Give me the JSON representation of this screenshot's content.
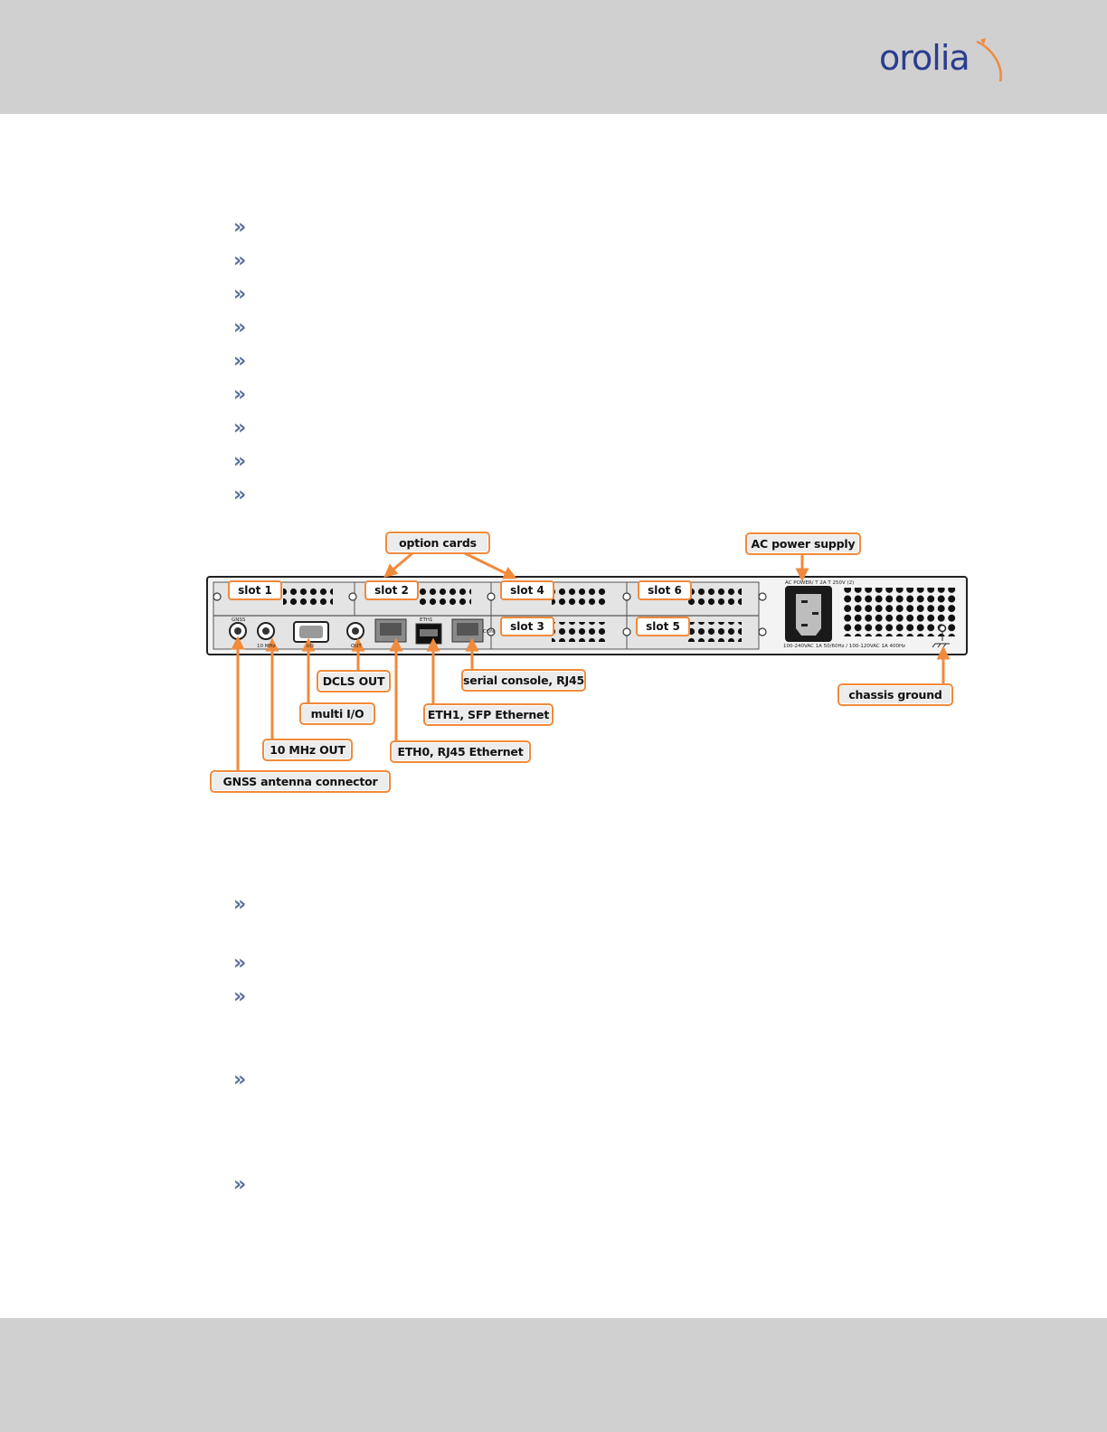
{
  "header": {
    "logo_text": "orolia"
  },
  "list_top": {
    "bullet_glyph": "»",
    "bullet_count": 9
  },
  "figure": {
    "callouts": {
      "option_cards": "option cards",
      "ac_power_supply": "AC power supply",
      "dcls_out": "DCLS OUT",
      "serial_console": "serial console, RJ45",
      "multi_io": "multi I/O",
      "eth1": "ETH1, SFP Ethernet",
      "chassis_ground": "chassis ground",
      "ten_mhz_out": "10 MHz OUT",
      "eth0": "ETH0, RJ45 Ethernet",
      "gnss_antenna": "GNSS antenna connector"
    },
    "slots": {
      "slot1": "slot 1",
      "slot2": "slot 2",
      "slot3": "slot 3",
      "slot4": "slot 4",
      "slot5": "slot 5",
      "slot6": "slot 6"
    },
    "panel_labels": {
      "gnss": "GNSS",
      "ten_mhz": "10 MHz",
      "io": "I/O",
      "out": "OUT",
      "eth1": "ETH1",
      "con": "CON",
      "ac_power": "AC POWER/ T 2A T 250V (2)",
      "ac_rating": "100-240VAC 1A 50/60Hz / 100-120VAC 1A 400Hz"
    }
  },
  "list_bottom": {
    "bullet_glyph": "»",
    "bullet_count": 5
  },
  "colors": {
    "accent_orange": "#f08a3c",
    "logo_blue": "#2a3d8f",
    "band_gray": "#d0d0d0",
    "bullet_blue": "#5a6f99"
  }
}
